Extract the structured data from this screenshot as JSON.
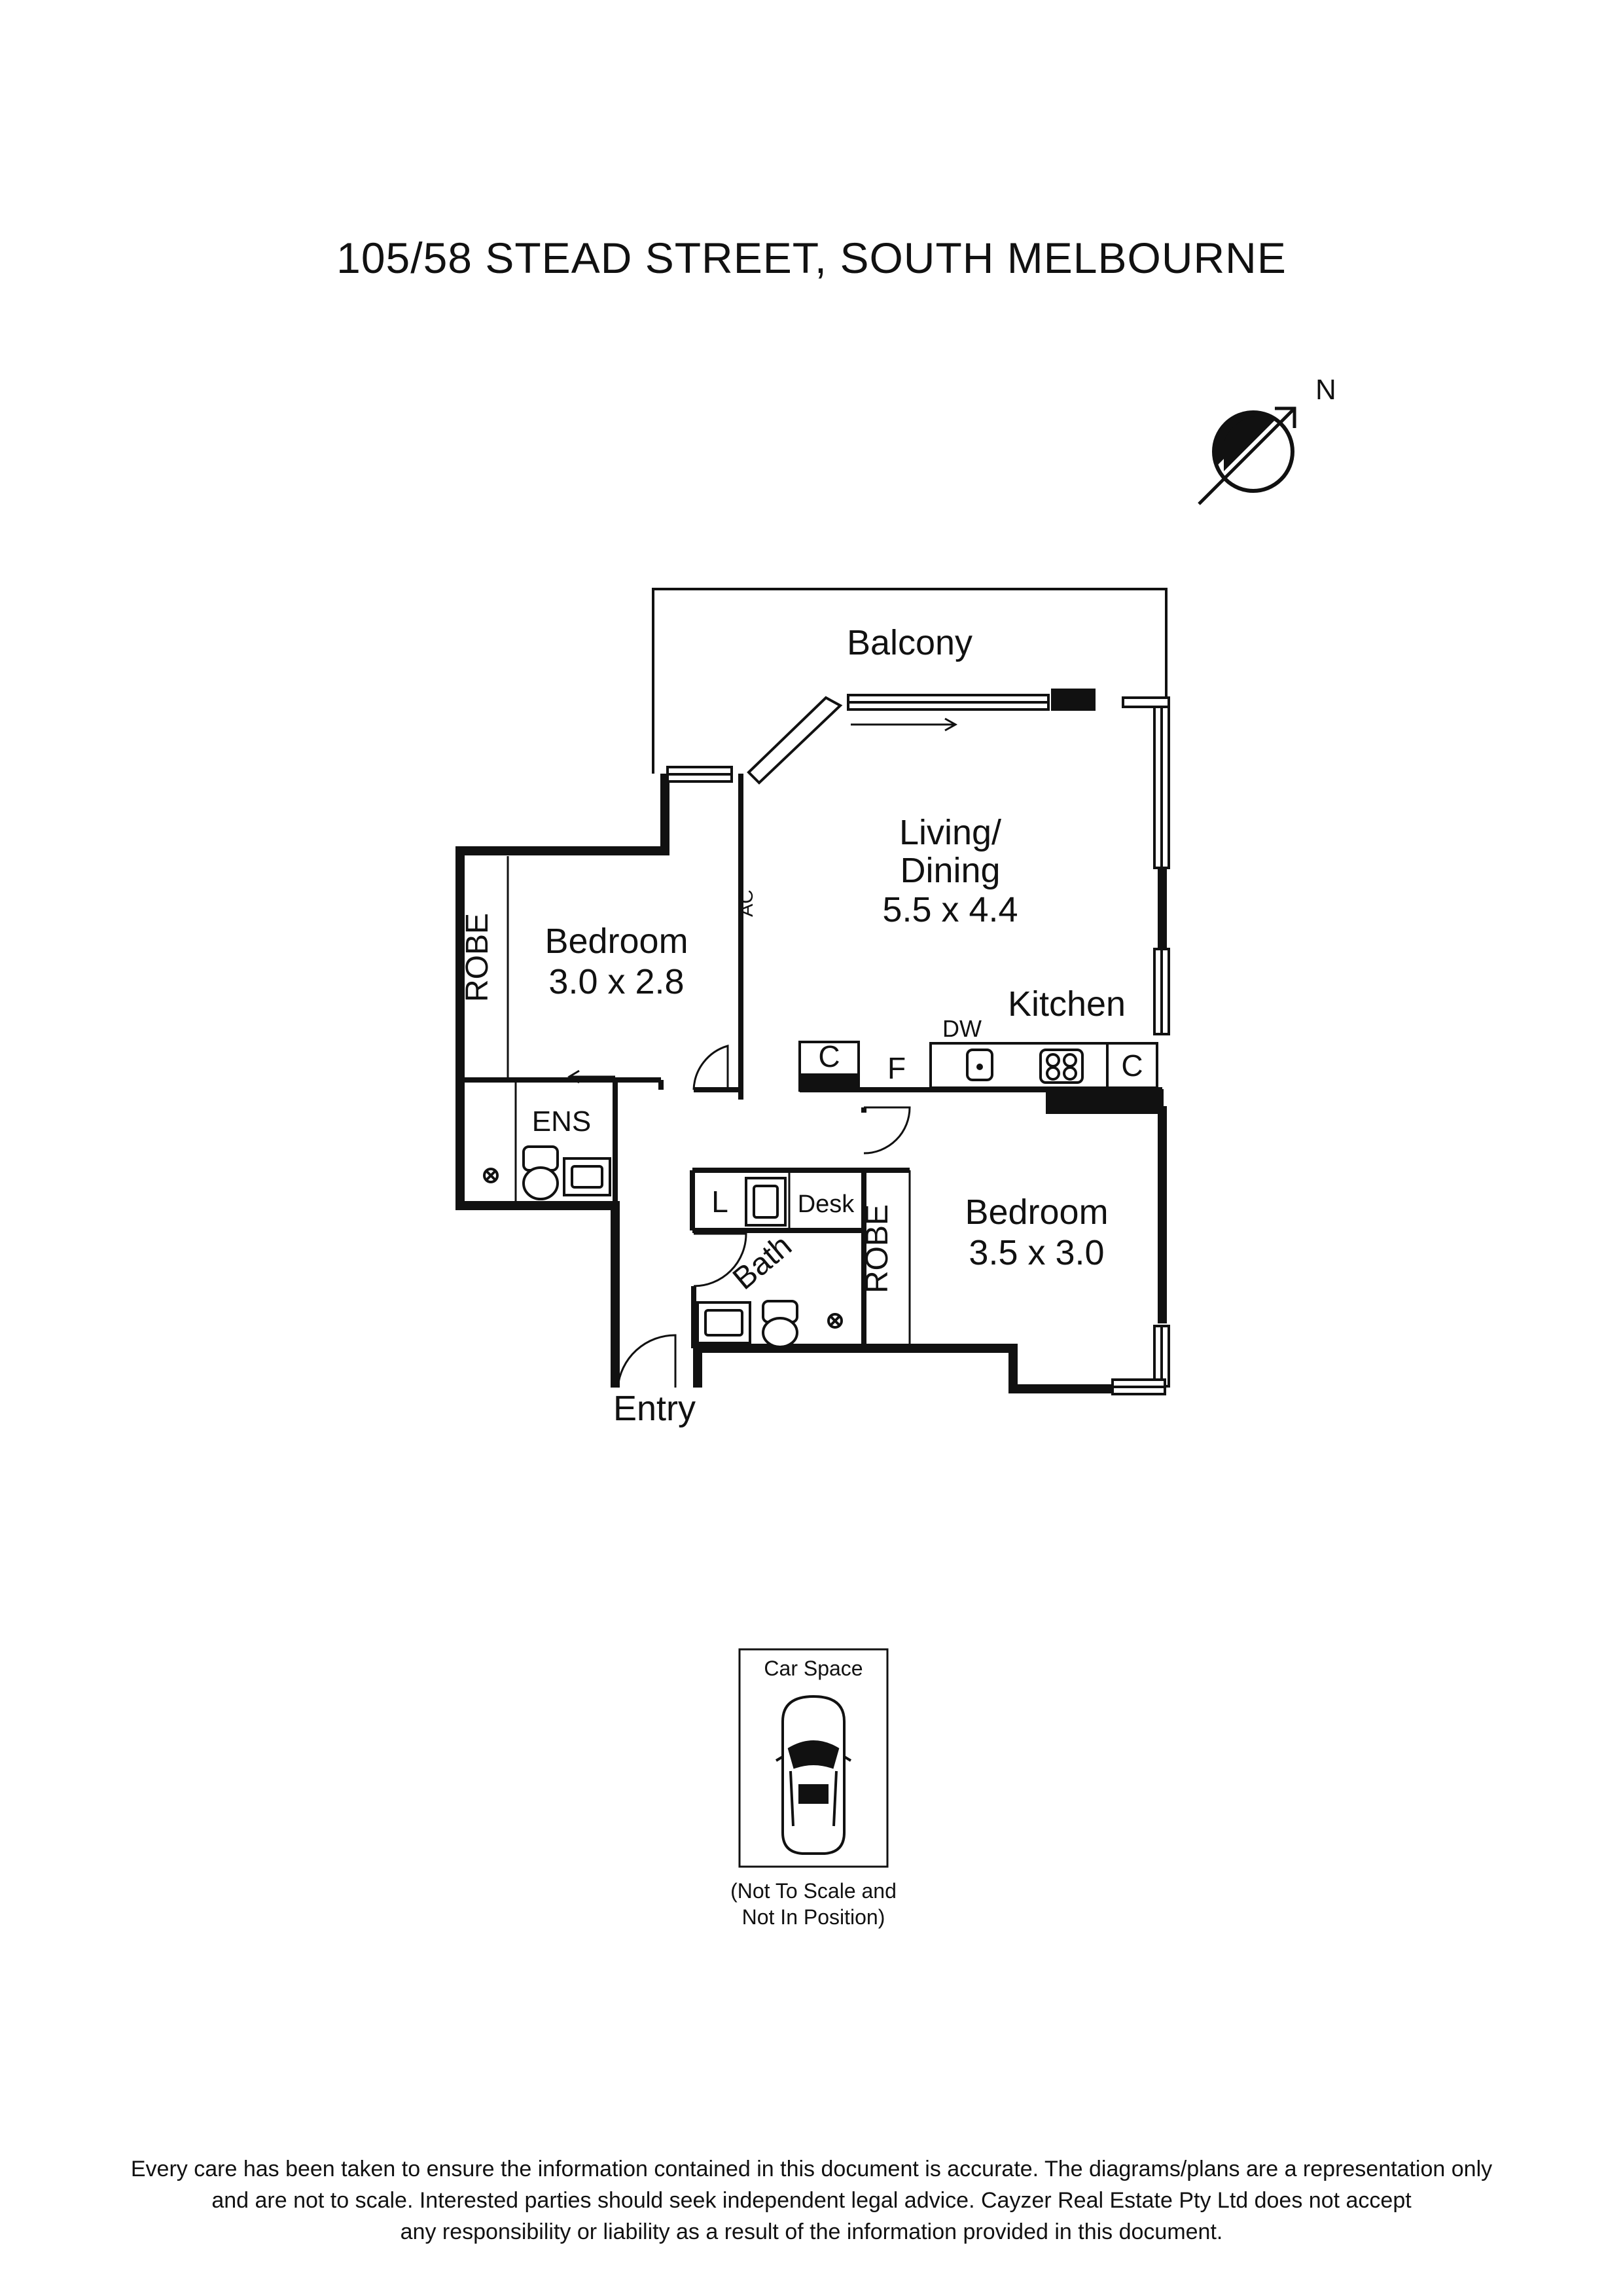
{
  "title": "105/58 STEAD STREET, SOUTH MELBOURNE",
  "compass": {
    "north_label": "N",
    "icon": "north-arrow-icon"
  },
  "rooms": {
    "balcony": {
      "name": "Balcony"
    },
    "living": {
      "name_line1": "Living/",
      "name_line2": "Dining",
      "dims": "5.5 x 4.4"
    },
    "bedroom1": {
      "name": "Bedroom",
      "dims": "3.0 x 2.8"
    },
    "bedroom2": {
      "name": "Bedroom",
      "dims": "3.5 x 3.0"
    },
    "kitchen": {
      "name": "Kitchen"
    },
    "robe1": {
      "name": "ROBE"
    },
    "robe2": {
      "name": "ROBE"
    },
    "ensuite": {
      "name": "ENS"
    },
    "bath": {
      "name": "Bath"
    },
    "laundry": {
      "name": "L"
    },
    "desk": {
      "name": "Desk"
    },
    "entry": {
      "name": "Entry"
    },
    "ac": {
      "name": "AC"
    },
    "dishwasher": {
      "name": "DW"
    },
    "fridge": {
      "name": "F"
    },
    "cupboard1": {
      "name": "C"
    },
    "cupboard2": {
      "name": "C"
    }
  },
  "car_space": {
    "label": "Car Space",
    "note_line1": "(Not To Scale and",
    "note_line2": "Not In Position)",
    "icon": "car-icon"
  },
  "disclaimer": {
    "line1": "Every care has been taken to ensure the information contained in this document is accurate. The diagrams/plans are a representation only",
    "line2": "and are not to scale. Interested parties should seek independent legal advice. Cayzer Real Estate Pty Ltd does not accept",
    "line3": "any responsibility or liability as a result of the information provided in this document."
  }
}
